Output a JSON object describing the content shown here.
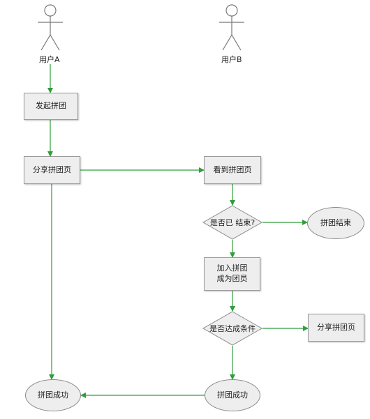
{
  "actors": {
    "a": {
      "label": "用户A"
    },
    "b": {
      "label": "用户B"
    }
  },
  "nodes": {
    "start_group": "发起拼团",
    "share_page_a": "分享拼团页",
    "view_page": "看到拼团页",
    "ended_question": "是否已 结束?",
    "group_ended": "拼团结束",
    "join_group": "加入拼团\n成为团员",
    "conditions_question": "是否达成条件",
    "share_page_b": "分享拼团页",
    "success_b": "拼团成功",
    "success_a": "拼团成功"
  },
  "colors": {
    "edge": "#2f9e3b",
    "node_fill": "#eeeeee",
    "node_border": "#9a9a9a",
    "actor_stroke": "#777777"
  }
}
